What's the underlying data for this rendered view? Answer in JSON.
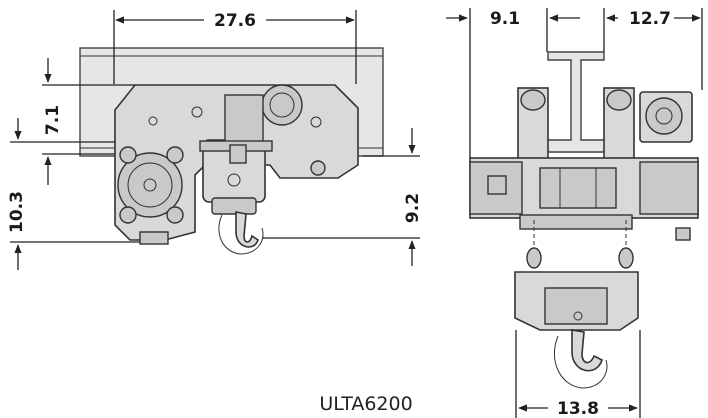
{
  "dimensions": {
    "width_overall": "27.6",
    "beam_to_top": "7.1",
    "trolley_height": "10.3",
    "hook_drop": "9.2",
    "side_left": "9.1",
    "side_right": "12.7",
    "hook_spread": "13.8"
  },
  "model_label": "ULTA6200"
}
